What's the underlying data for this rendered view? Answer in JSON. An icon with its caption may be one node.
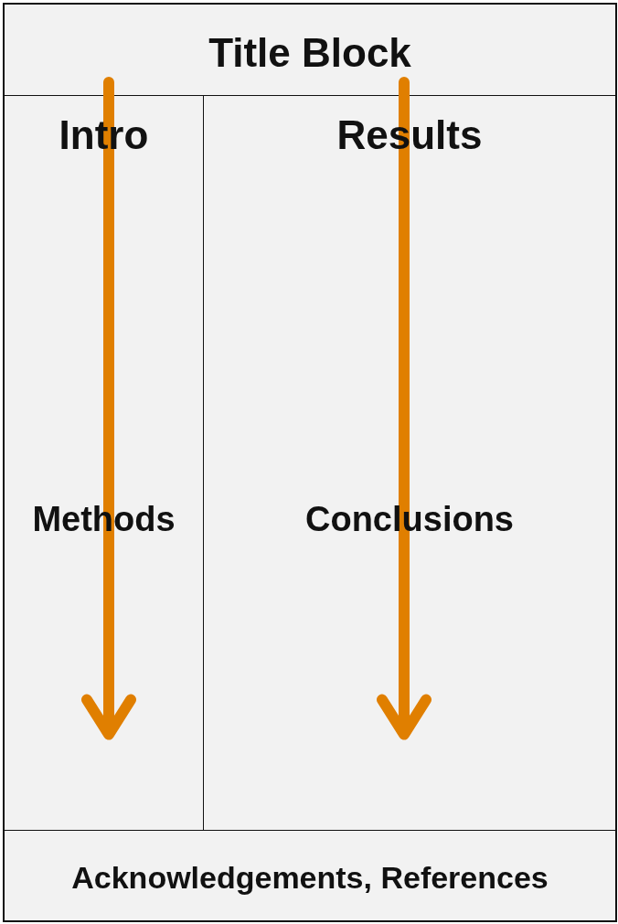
{
  "diagram": {
    "nodes": [
      {
        "text": [
          "Title Block"
        ]
      },
      {
        "text": [
          "Intro",
          "Methods"
        ]
      },
      {
        "text": [
          "Results",
          "Conclusions"
        ]
      },
      {
        "text": [
          "Acknowledgements, References"
        ]
      }
    ],
    "edges": [
      {
        "from": 0,
        "to": 1,
        "arrow": "to"
      },
      {
        "from": 0,
        "to": 2,
        "arrow": "to"
      }
    ]
  }
}
